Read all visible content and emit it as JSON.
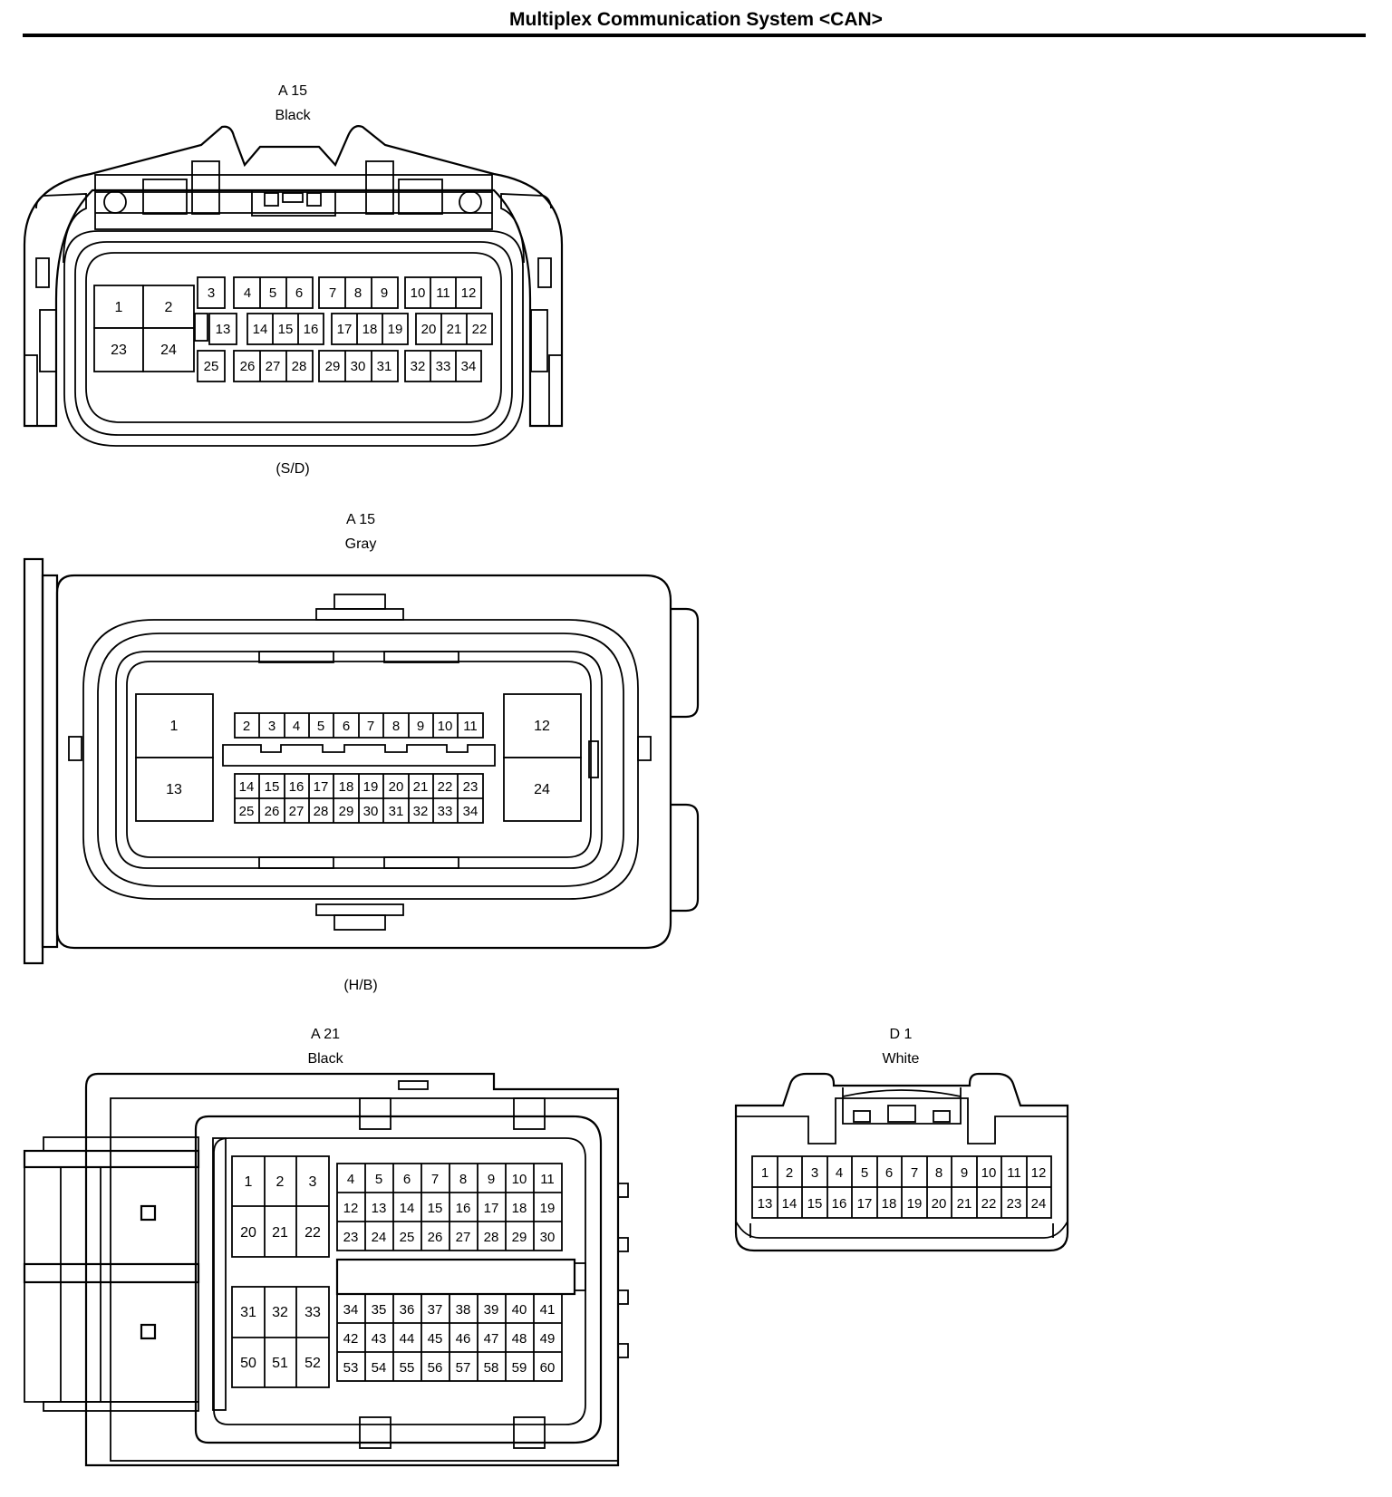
{
  "title": "Multiplex Communication System <CAN>",
  "connectors": [
    {
      "code": "A 15",
      "color": "Black",
      "location": "(S/D)",
      "pins": [
        "1",
        "2",
        "23",
        "24",
        "3",
        "4",
        "5",
        "6",
        "7",
        "8",
        "9",
        "10",
        "11",
        "12",
        "13",
        "14",
        "15",
        "16",
        "17",
        "18",
        "19",
        "20",
        "21",
        "22",
        "25",
        "26",
        "27",
        "28",
        "29",
        "30",
        "31",
        "32",
        "33",
        "34"
      ]
    },
    {
      "code": "A 15",
      "color": "Gray",
      "location": "(H/B)",
      "pins": [
        "1",
        "13",
        "12",
        "24",
        "2",
        "3",
        "4",
        "5",
        "6",
        "7",
        "8",
        "9",
        "10",
        "11",
        "14",
        "15",
        "16",
        "17",
        "18",
        "19",
        "20",
        "21",
        "22",
        "23",
        "25",
        "26",
        "27",
        "28",
        "29",
        "30",
        "31",
        "32",
        "33",
        "34"
      ]
    },
    {
      "code": "A 21",
      "color": "Black",
      "location": "",
      "pins": [
        "1",
        "2",
        "3",
        "20",
        "21",
        "22",
        "31",
        "32",
        "33",
        "50",
        "51",
        "52",
        "4",
        "5",
        "6",
        "7",
        "8",
        "9",
        "10",
        "11",
        "12",
        "13",
        "14",
        "15",
        "16",
        "17",
        "18",
        "19",
        "23",
        "24",
        "25",
        "26",
        "27",
        "28",
        "29",
        "30",
        "34",
        "35",
        "36",
        "37",
        "38",
        "39",
        "40",
        "41",
        "42",
        "43",
        "44",
        "45",
        "46",
        "47",
        "48",
        "49",
        "53",
        "54",
        "55",
        "56",
        "57",
        "58",
        "59",
        "60"
      ]
    },
    {
      "code": "D 1",
      "color": "White",
      "location": "",
      "pins": [
        "1",
        "2",
        "3",
        "4",
        "5",
        "6",
        "7",
        "8",
        "9",
        "10",
        "11",
        "12",
        "13",
        "14",
        "15",
        "16",
        "17",
        "18",
        "19",
        "20",
        "21",
        "22",
        "23",
        "24"
      ]
    }
  ]
}
